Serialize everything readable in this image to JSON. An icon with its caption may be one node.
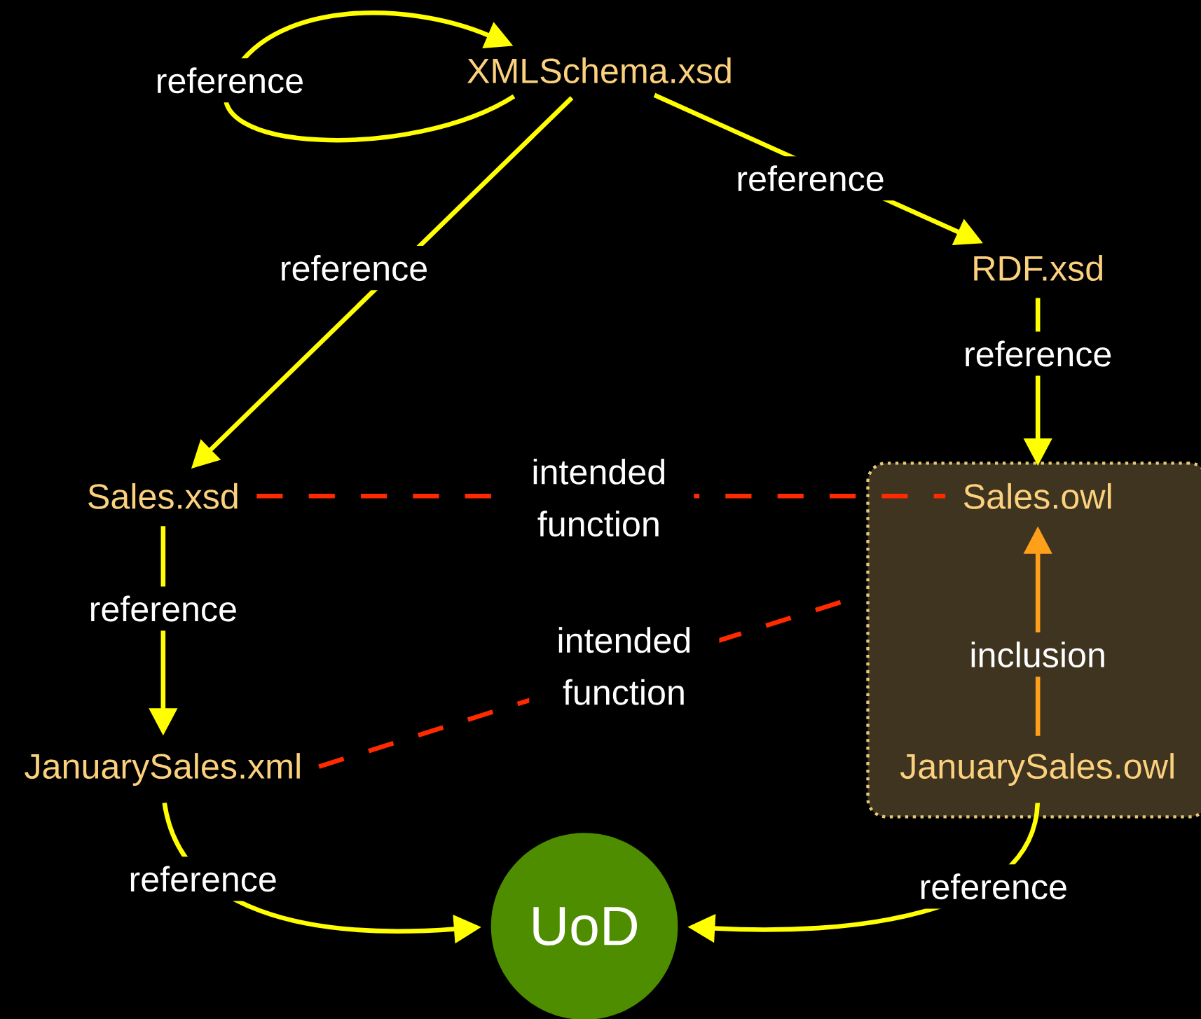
{
  "diagram": {
    "nodes": [
      {
        "text": [
          "XMLSchema.xsd"
        ]
      },
      {
        "text": [
          "RDF.xsd"
        ]
      },
      {
        "text": [
          "Sales.xsd"
        ]
      },
      {
        "text": [],
        "shape": "box"
      },
      {
        "text": [
          "Sales.owl"
        ],
        "in": 3
      },
      {
        "text": [
          "JanuarySales.xml"
        ]
      },
      {
        "text": [
          "JanuarySales.owl"
        ],
        "in": 3
      },
      {
        "text": [
          "UoD"
        ]
      }
    ],
    "edges": [
      {
        "from": 0,
        "to": 0,
        "arrow": "to",
        "label": "reference"
      },
      {
        "from": 0,
        "to": 1,
        "arrow": "to",
        "label": "reference"
      },
      {
        "from": 0,
        "to": 2,
        "arrow": "to",
        "label": "reference"
      },
      {
        "from": 1,
        "to": 4,
        "arrow": "to",
        "label": "reference"
      },
      {
        "from": 2,
        "to": 5,
        "arrow": "to",
        "label": "reference"
      },
      {
        "from": 2,
        "to": 4,
        "arrow": "none",
        "label": "intended function",
        "style": "dashed",
        "color": "#ff2a00"
      },
      {
        "from": 5,
        "to": 3,
        "arrow": "none",
        "label": "intended function",
        "style": "dashed",
        "color": "#ff2a00"
      },
      {
        "from": 6,
        "to": 4,
        "arrow": "to",
        "label": "inclusion",
        "color": "#ff9f1a"
      },
      {
        "from": 5,
        "to": 7,
        "arrow": "to",
        "label": "reference"
      },
      {
        "from": 6,
        "to": 7,
        "arrow": "to",
        "label": "reference"
      }
    ]
  }
}
